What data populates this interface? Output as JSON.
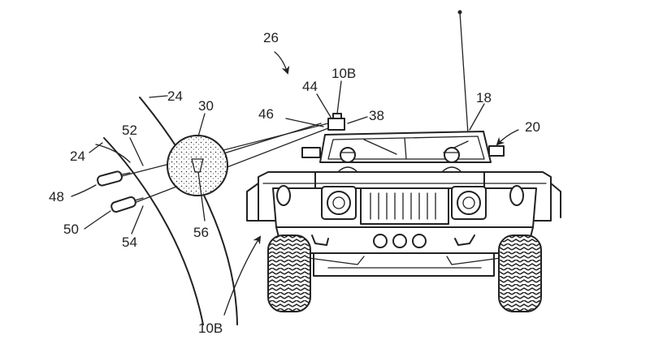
{
  "labels": {
    "l24a": "24",
    "l24b": "24",
    "l52": "52",
    "l30": "30",
    "l26": "26",
    "l44": "44",
    "l10b_top": "10B",
    "l46": "46",
    "l38": "38",
    "l18": "18",
    "l20": "20",
    "l48": "48",
    "l50": "50",
    "l54": "54",
    "l56": "56",
    "l10b_bottom": "10B"
  }
}
